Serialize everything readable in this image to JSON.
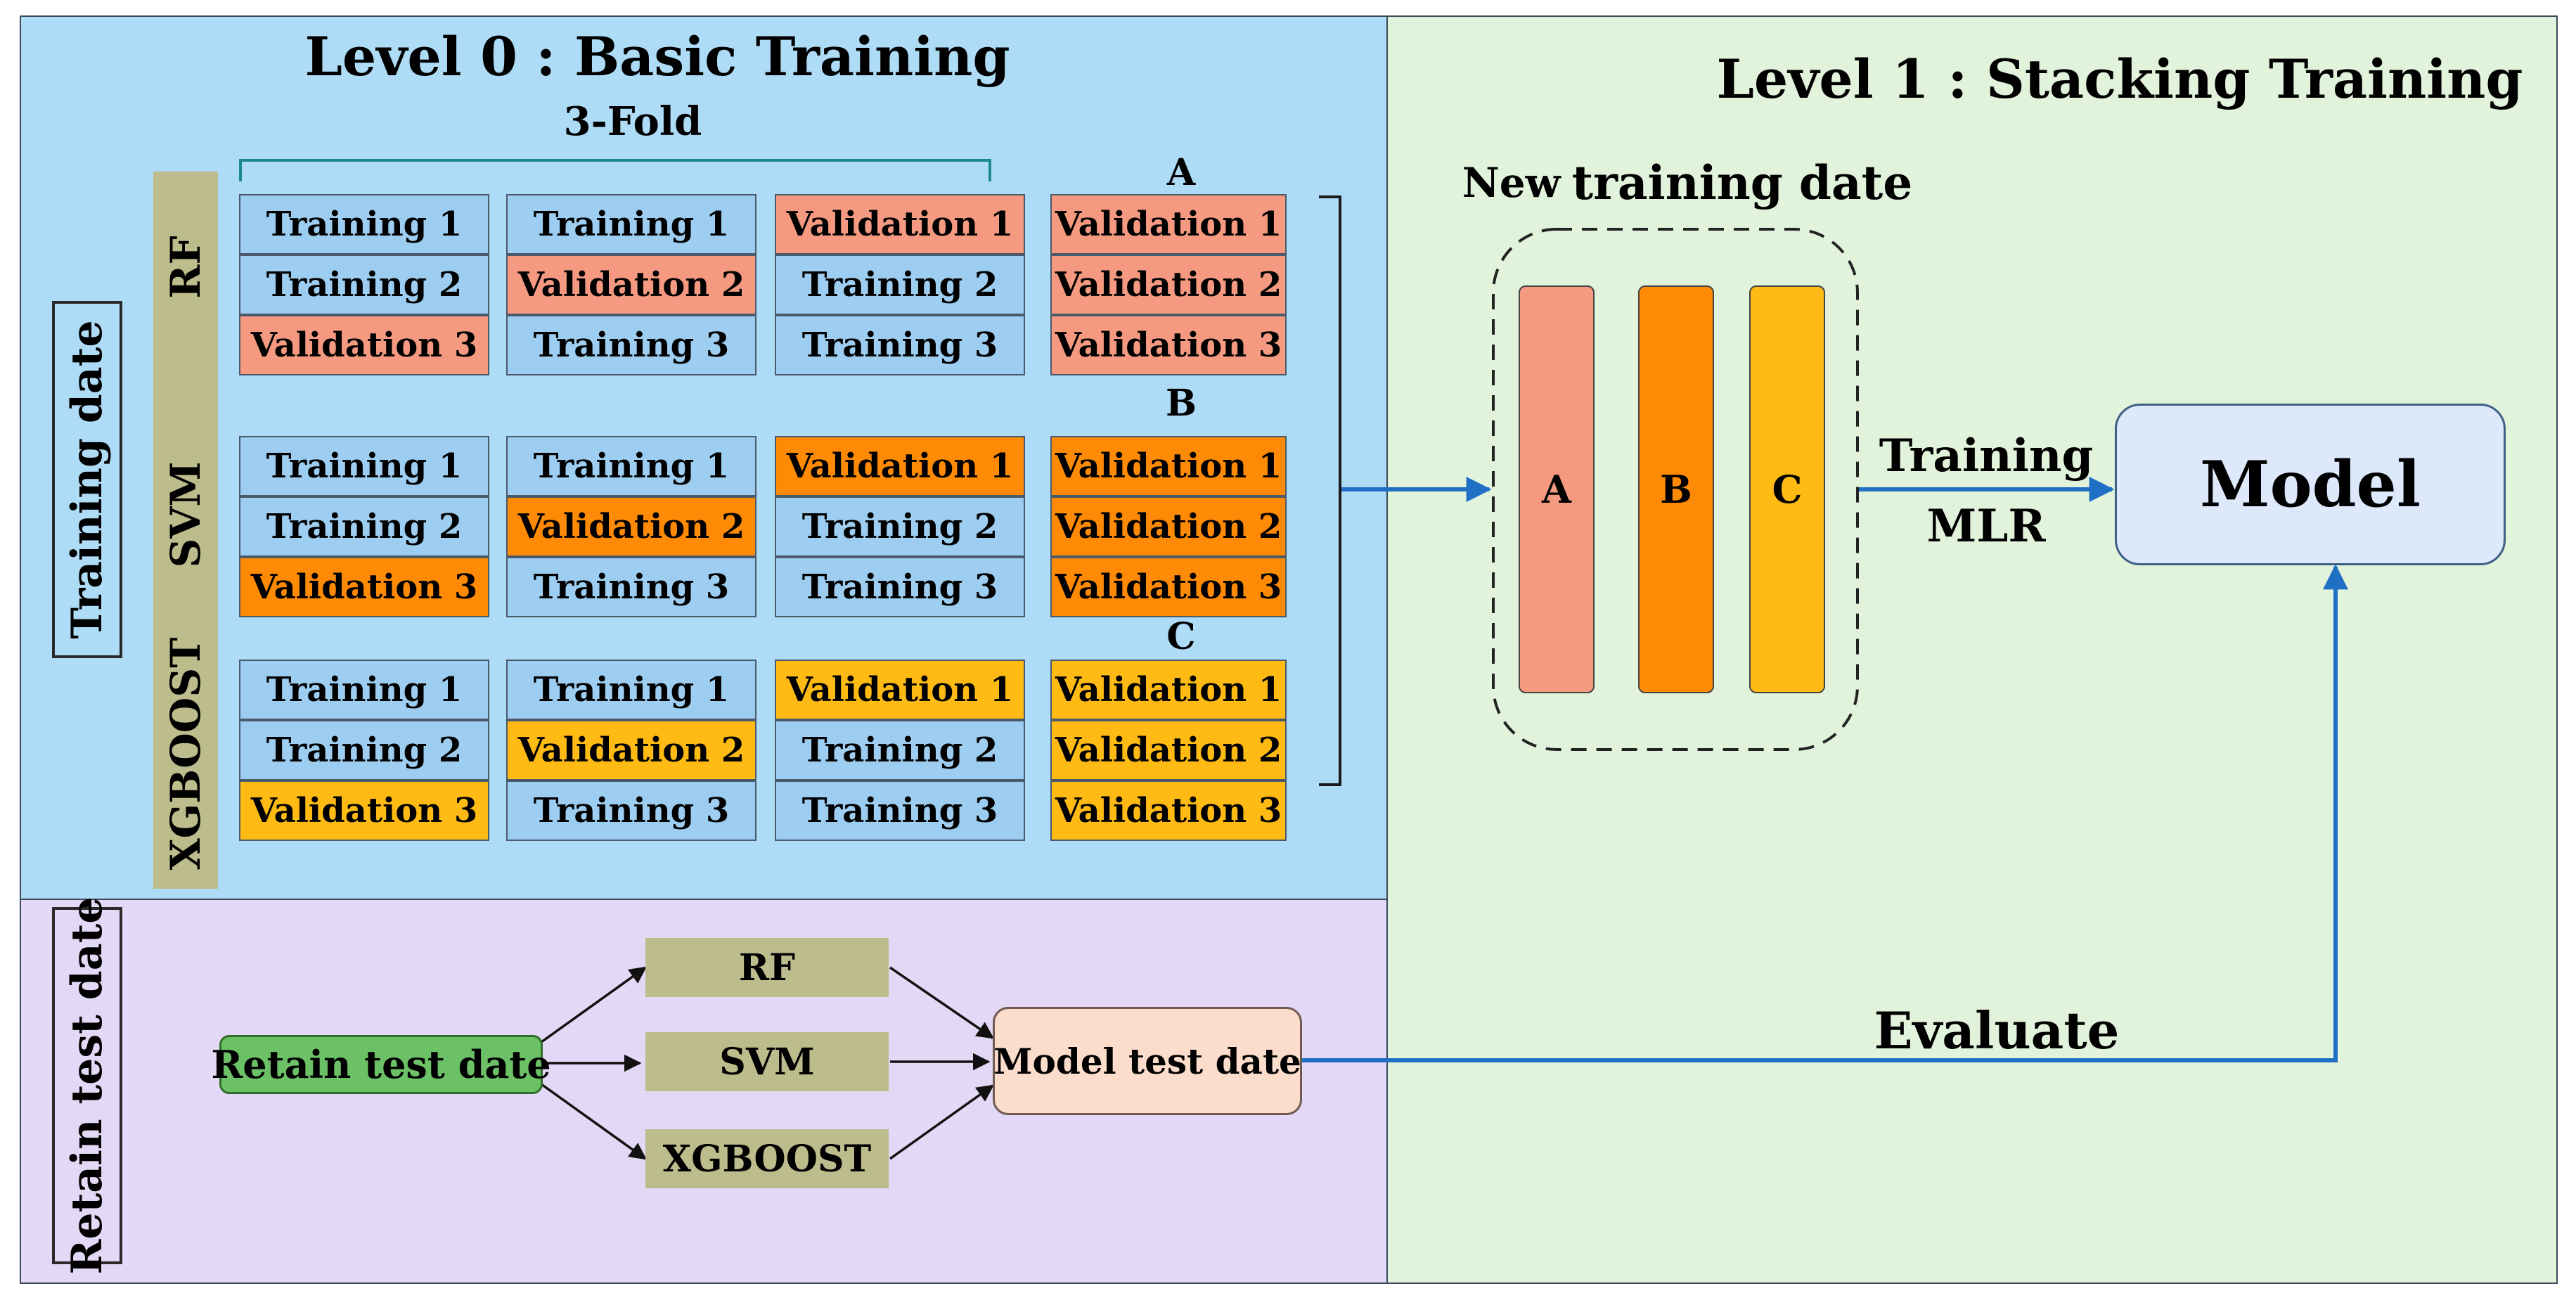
{
  "level0": {
    "title": "Level 0 : Basic Training",
    "fold_label": "3-Fold"
  },
  "level1": {
    "title": "Level 1 : Stacking Training"
  },
  "training_date_label": "Training date",
  "retain_test_date_label": "Retain test date",
  "models": [
    {
      "name": "RF",
      "group": "A",
      "color": "#f59a80"
    },
    {
      "name": "SVM",
      "group": "B",
      "color": "#ff8a05"
    },
    {
      "name": "XGBOOST",
      "group": "C",
      "color": "#ffbb14"
    }
  ],
  "folds": [
    [
      "Training  1",
      "Training  2",
      "Validation 3"
    ],
    [
      "Training 1",
      "Validation 2",
      "Training 3"
    ],
    [
      "Validation 1",
      "Training 2",
      "Training 3"
    ],
    [
      "Validation 1",
      "Validation 2",
      "Validation 3"
    ]
  ],
  "new_training_date": {
    "title_prefix": "New",
    "title_suffix": "training date",
    "bars": [
      "A",
      "B",
      "C"
    ]
  },
  "training_mlr": {
    "line1": "Training",
    "line2": "MLR"
  },
  "model_label": "Model",
  "evaluate_label": "Evaluate",
  "test_flow": {
    "source": "Retain test date",
    "models": [
      "RF",
      "SVM",
      "XGBOOST"
    ],
    "target": "Model test date"
  },
  "colors": {
    "level0_bg": "#aedcf7",
    "level1_bg": "#e2f3dc",
    "test_bg": "#e3d8f5",
    "training_cell": "#9dcdf0",
    "model_label_bg": "#bcbc8c",
    "arrow_blue": "#1f6fc5",
    "retain_box": "#6cc065",
    "model_test_box": "#fcdccb",
    "model_box": "#dde9fb"
  }
}
